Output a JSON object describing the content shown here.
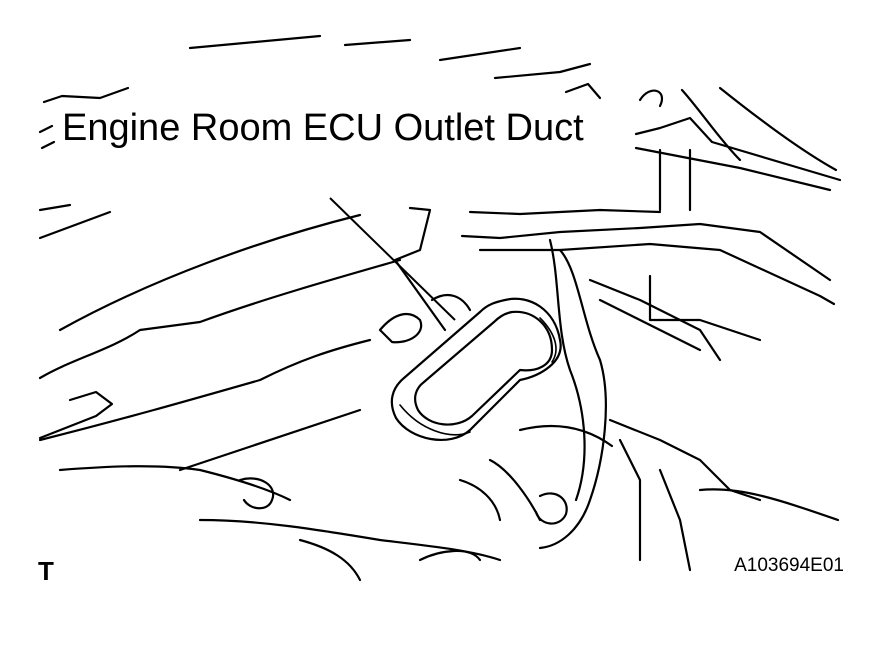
{
  "figure": {
    "callout_label": "Engine Room ECU Outlet Duct",
    "figure_code": "A103694E01",
    "view_marker": "T"
  }
}
